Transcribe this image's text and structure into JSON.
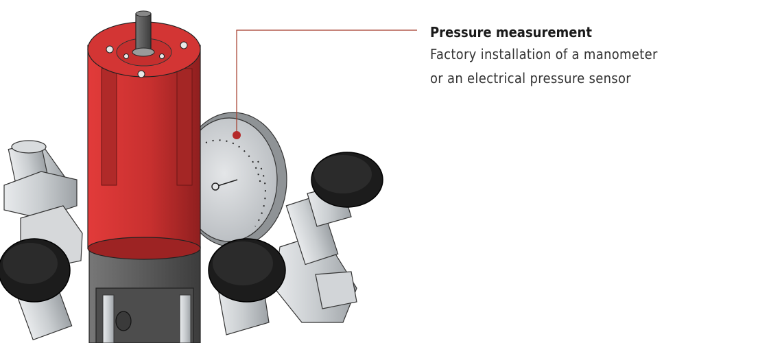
{
  "callout": {
    "title": "Pressure measurement",
    "description_lines": [
      "Factory installation of a manometer",
      "or an electrical pressure sensor"
    ]
  },
  "colors": {
    "accent": "#b52a2a",
    "housing_red": "#c8302f",
    "body_grey": "#5a5a5a",
    "knob_black": "#1c1c1c",
    "metal": "#c9cdd0",
    "leader_line": "#a33a2a"
  },
  "icons": {
    "marker": "callout-dot"
  }
}
